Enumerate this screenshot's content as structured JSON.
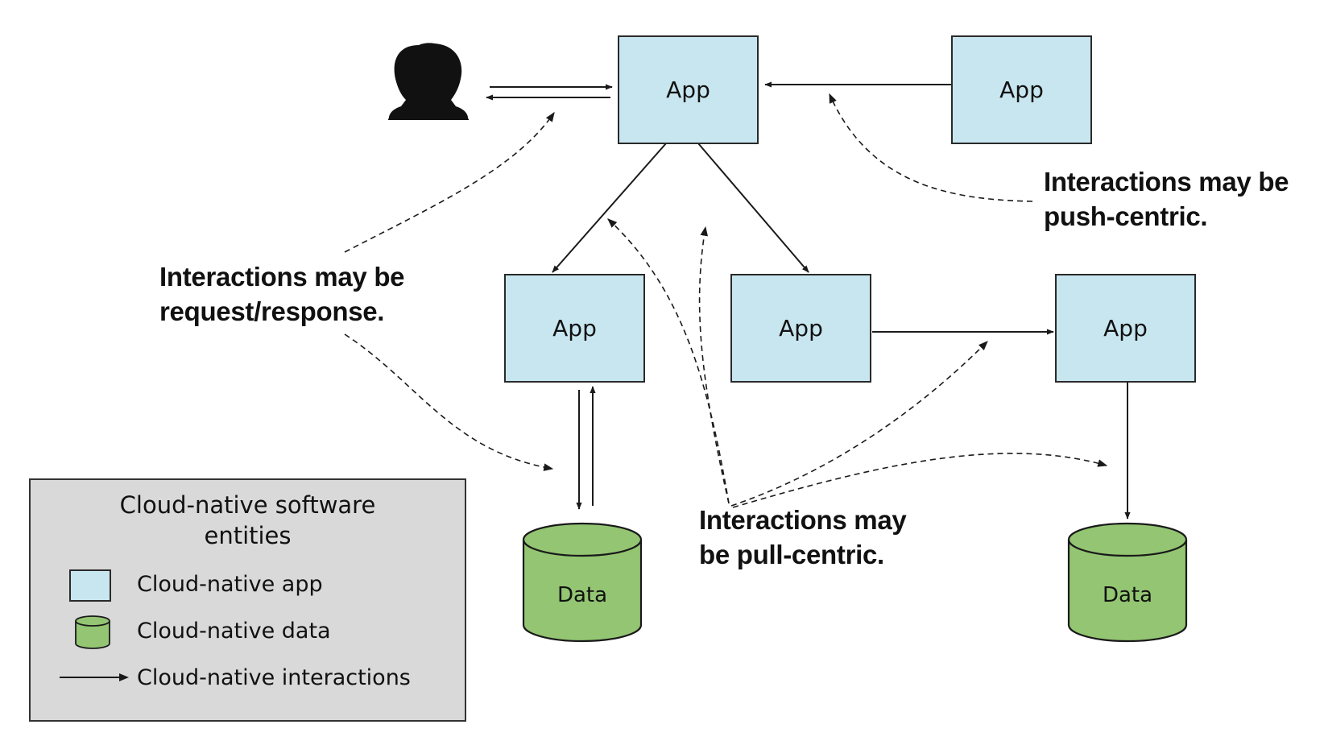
{
  "nodes": {
    "app_top": "App",
    "app_top_right": "App",
    "app_mid_left": "App",
    "app_mid_center": "App",
    "app_mid_right": "App",
    "data_left": "Data",
    "data_right": "Data"
  },
  "callouts": {
    "request_response": [
      "Interactions may be",
      "request/response."
    ],
    "push_centric": [
      "Interactions may be",
      "push-centric."
    ],
    "pull_centric": [
      "Interactions may",
      "be pull-centric."
    ]
  },
  "legend": {
    "title_line1": "Cloud-native software",
    "title_line2": "entities",
    "app": "Cloud-native app",
    "data": "Cloud-native data",
    "interactions": "Cloud-native interactions"
  },
  "colors": {
    "app_fill": "#c8e6ef",
    "data_fill": "#93c572",
    "legend_fill": "#d9d9d9",
    "line": "#1a1a1a"
  }
}
